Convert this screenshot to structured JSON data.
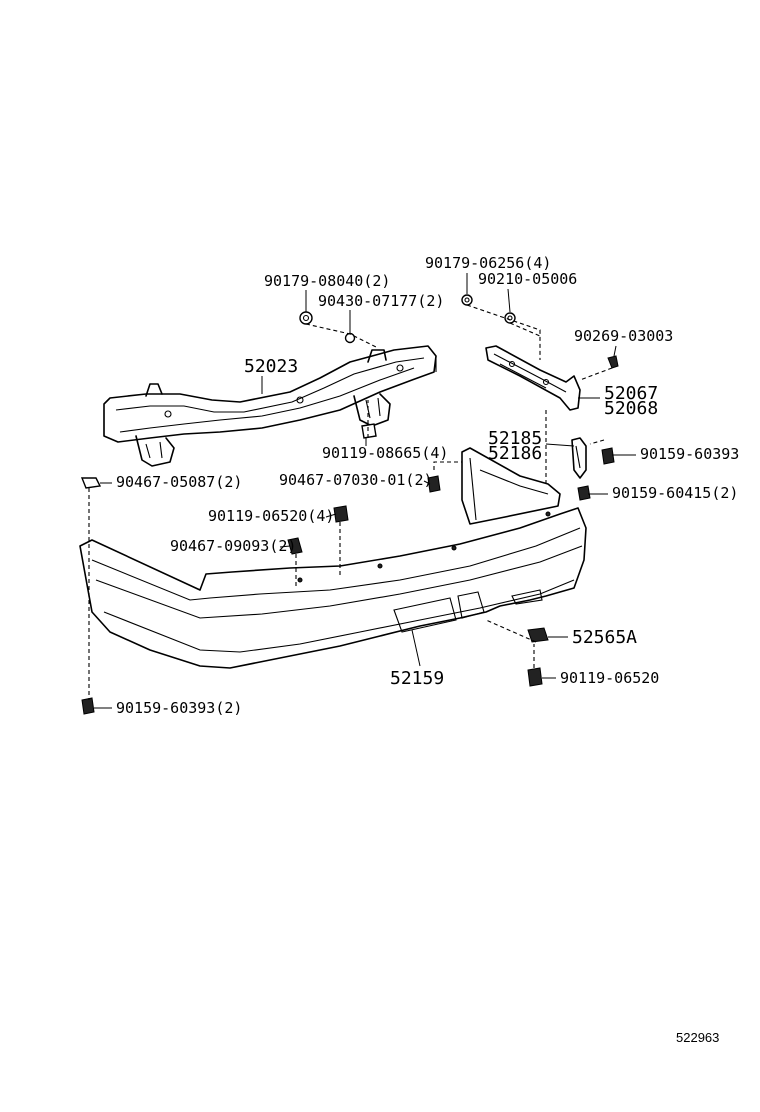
{
  "parts": {
    "p1": "90179-06256(4)",
    "p2": "90210-05006",
    "p3": "90179-08040(2)",
    "p4": "90430-07177(2)",
    "p5": "90269-03003",
    "p6": "52023",
    "p7": "52067",
    "p8": "52068",
    "p9": "52185",
    "p10": "52186",
    "p11": "90119-08665(4)",
    "p12": "90159-60393",
    "p13": "90467-05087(2)",
    "p14": "90467-07030-01(2)",
    "p15": "90159-60415(2)",
    "p16": "90119-06520(4)",
    "p17": "90467-09093(2)",
    "p18": "52565A",
    "p19": "52159",
    "p20": "90119-06520",
    "p21": "90159-60393(2)"
  },
  "diagram_id": "522963"
}
